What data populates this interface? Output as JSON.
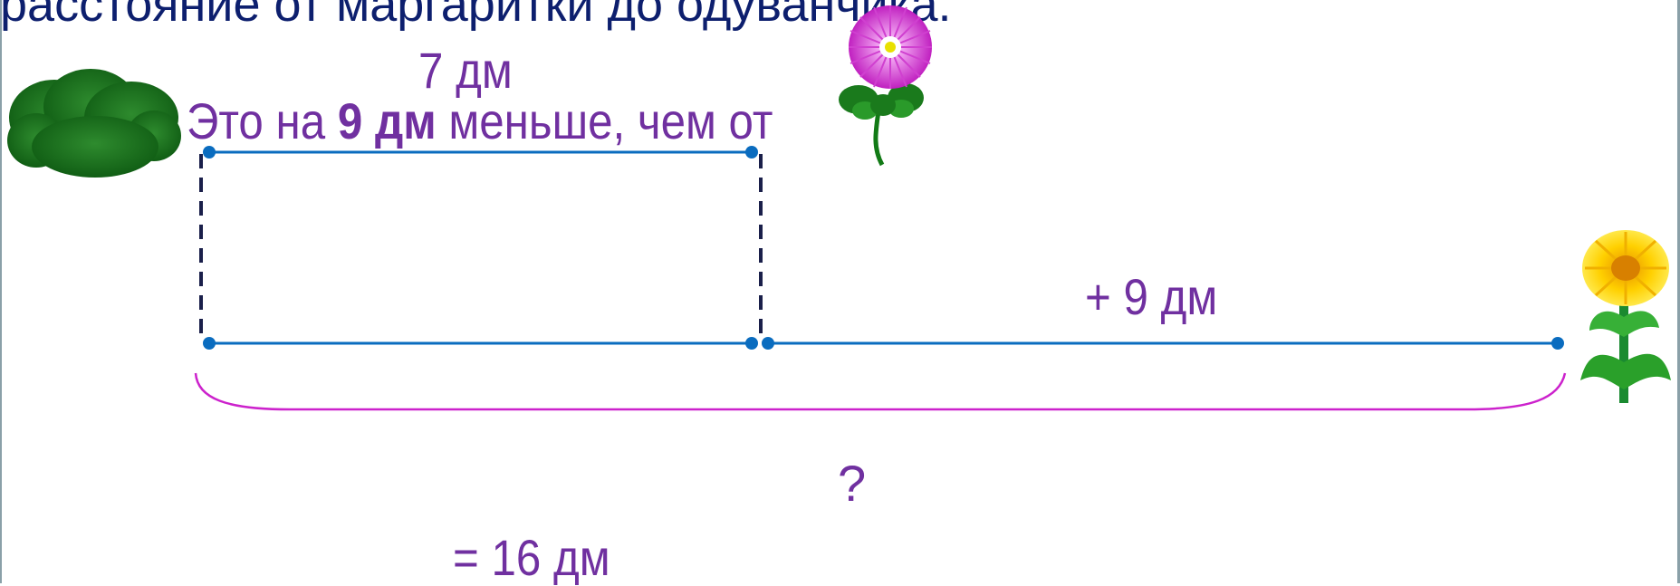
{
  "heading": "расстояние от маргаритки до одуванчика.",
  "segment_label": "7 дм",
  "sentence": {
    "prefix": "Это на ",
    "bold": "9 дм",
    "suffix": " меньше, чем  от"
  },
  "plus_label": "+  9  дм",
  "question": "?",
  "answer": "= 16 дм",
  "colors": {
    "line": "#0a6cbf",
    "brace": "#cc22cc",
    "dashed": "#1a1f4a",
    "text": "#7030a0",
    "heading": "#0d1f6e"
  },
  "icons": [
    "bush-icon",
    "daisy-flower-icon",
    "dandelion-flower-icon"
  ]
}
